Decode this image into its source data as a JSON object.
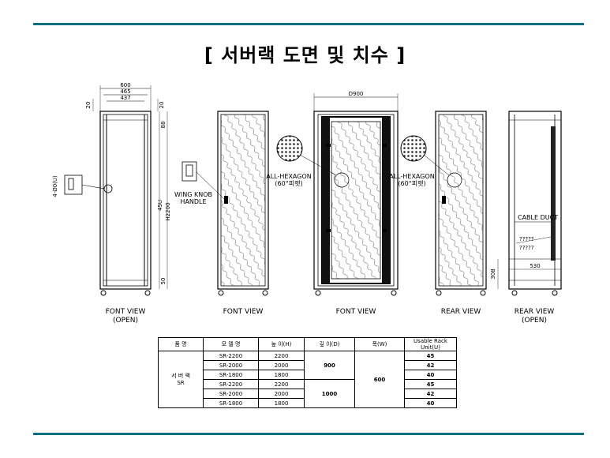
{
  "title": "[ 서버랙 도면 및 치수 ]",
  "drawing": {
    "view1": {
      "label": "FONT VIEW\n(OPEN)"
    },
    "view2": {
      "label": "FONT VIEW",
      "note": "WING KNOB\nHANDLE"
    },
    "view3": {
      "label": "FONT VIEW",
      "note": "ALL-HEXAGON\n(60°피렛)"
    },
    "view4": {
      "label": "REAR VIEW",
      "note": "ALL-HEXAGON\n(60°피렛)"
    },
    "view5": {
      "label": "REAR VIEW\n(OPEN)",
      "note1": "CABLE DUCT",
      "note2": "?????",
      "note3": "?????"
    },
    "dims": {
      "w600": "600",
      "w465": "465",
      "w437": "437",
      "d900": "D900",
      "d530": "530",
      "h45u": "45U",
      "h2200": "H2200",
      "top20a": "20",
      "top20b": "20",
      "side88": "88",
      "bot50": "50",
      "bot308": "308",
      "knob": "4-Ø0(U)"
    }
  },
  "table": {
    "headers": [
      "품 명",
      "모 델 명",
      "높 이(H)",
      "깊 이(D)",
      "폭(W)",
      "Usable Rack Unit(U)"
    ],
    "product": "서 버 랙\nSR",
    "rows": [
      {
        "model": "SR-2200",
        "height": "2200",
        "units": "45"
      },
      {
        "model": "SR-2000",
        "height": "2000",
        "units": "42"
      },
      {
        "model": "SR-1800",
        "height": "1800",
        "units": "40"
      },
      {
        "model": "SR-2200",
        "height": "2200",
        "units": "45"
      },
      {
        "model": "SR-2000",
        "height": "2000",
        "units": "42"
      },
      {
        "model": "SR-1800",
        "height": "1800",
        "units": "40"
      }
    ],
    "depth_a": "900",
    "depth_b": "1000",
    "width": "600"
  }
}
